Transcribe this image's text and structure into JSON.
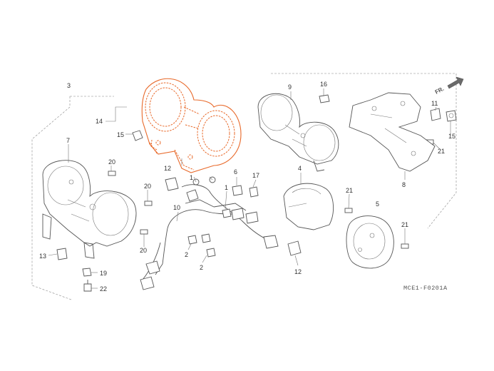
{
  "diagram": {
    "catalog_code": "MCE1-F0201A",
    "direction_label": "FR.",
    "highlight_color": "#e8692a",
    "line_color": "#555555",
    "callouts": {
      "c3": "3",
      "c14": "14",
      "c15a": "15",
      "c7": "7",
      "c20a": "20",
      "c20b": "20",
      "c20c": "20",
      "c13": "13",
      "c19": "19",
      "c22": "22",
      "c12a": "12",
      "c1a": "1",
      "c10": "10",
      "c2a": "2",
      "c2b": "2",
      "c6": "6",
      "c17": "17",
      "c1b": "1",
      "c9": "9",
      "c16": "16",
      "c4": "4",
      "c21a": "21",
      "c5": "5",
      "c21b": "21",
      "c12b": "12",
      "c8": "8",
      "c21c": "21",
      "c15b": "15",
      "c11": "11"
    }
  }
}
